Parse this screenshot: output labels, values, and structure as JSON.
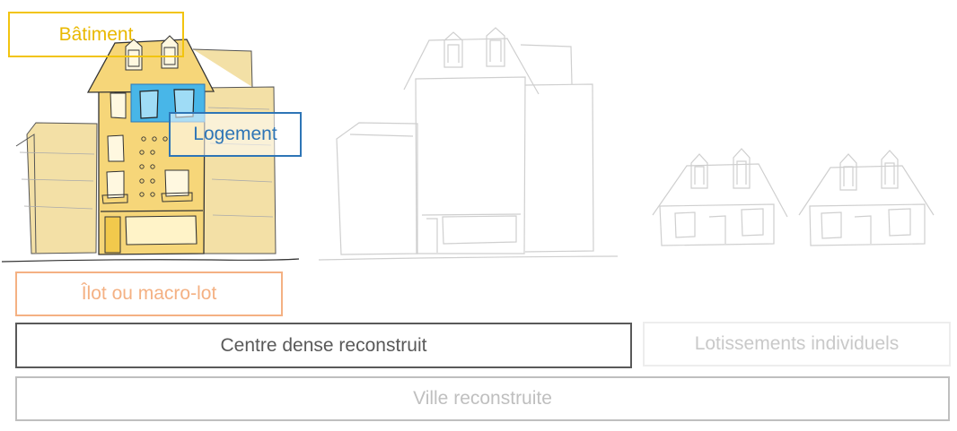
{
  "labels": {
    "batiment": "Bâtiment",
    "logement": "Logement",
    "ilot": "Îlot ou macro-lot",
    "centre": "Centre dense reconstruit",
    "lotissements": "Lotissements individuels",
    "ville": "Ville reconstruite"
  },
  "colors": {
    "batiment": "#F2C40F",
    "batiment_fill": "#F6D679",
    "ilot_fill": "#F3E0A6",
    "logement": "#2E75B6",
    "logement_fill": "#48B6E8",
    "ilot": "#F4B183",
    "centre": "#595959",
    "lotissements": "#EDEDED",
    "ville": "#BFBFBF",
    "sketch_line": "#222222",
    "sketch_faint": "#C8C8C8"
  }
}
